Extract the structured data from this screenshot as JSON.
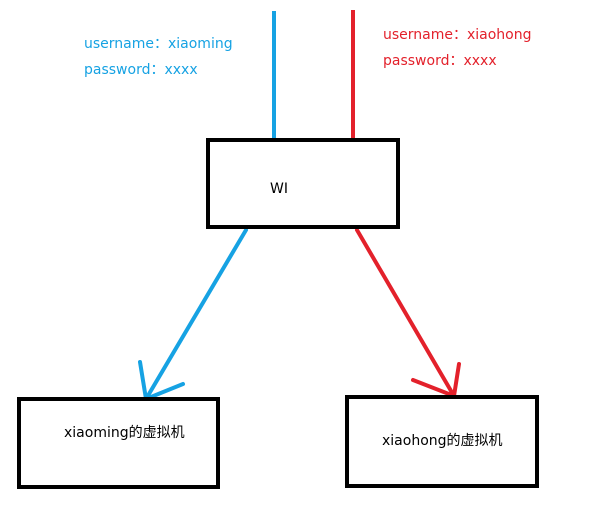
{
  "colors": {
    "xiaoming": "#16a2e3",
    "xiaohong": "#e3212b",
    "box_border": "#000000"
  },
  "credentials": {
    "xiaoming": {
      "username": "username：xiaoming",
      "password": "password：xxxx"
    },
    "xiaohong": {
      "username": "username：xiaohong",
      "password": "password：xxxx"
    }
  },
  "nodes": {
    "wi": "WI",
    "vm_xiaoming": "xiaoming的虚拟机",
    "vm_xiaohong": "xiaohong的虚拟机"
  }
}
